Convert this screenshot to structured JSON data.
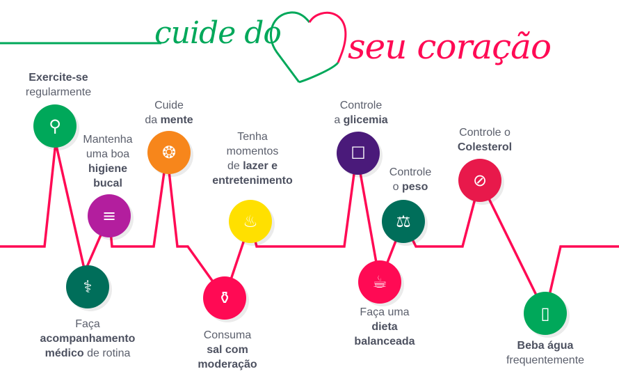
{
  "header": {
    "title_part1": "cuide do",
    "title_part2": "seu coração",
    "colors": {
      "green": "#00a85a",
      "pink": "#ff0a54",
      "line": "#ff0a54"
    }
  },
  "items": [
    {
      "id": "exercite",
      "icon": "tandem-bicycle-icon",
      "glyph": "⚲",
      "color": "#00a85a",
      "lines": [
        [
          {
            "t": "Exercite-se",
            "b": true
          }
        ],
        [
          {
            "t": "regularmente"
          }
        ]
      ]
    },
    {
      "id": "higiene",
      "icon": "toothbrush-icon",
      "glyph": "≡",
      "color": "#b31e9e",
      "lines": [
        [
          {
            "t": "Mantenha"
          }
        ],
        [
          {
            "t": "uma boa"
          }
        ],
        [
          {
            "t": "higiene",
            "b": true
          }
        ],
        [
          {
            "t": "bucal",
            "b": true
          }
        ]
      ]
    },
    {
      "id": "medico",
      "icon": "doctor-icon",
      "glyph": "⚕",
      "color": "#006e5a",
      "lines": [
        [
          {
            "t": "Faça"
          }
        ],
        [
          {
            "t": "acompanhamento",
            "b": true
          }
        ],
        [
          {
            "t": "médico",
            "b": true
          },
          {
            "t": " de rotina"
          }
        ]
      ]
    },
    {
      "id": "mente",
      "icon": "brain-icon",
      "glyph": "❂",
      "color": "#f7861b",
      "lines": [
        [
          {
            "t": "Cuide"
          }
        ],
        [
          {
            "t": "da "
          },
          {
            "t": "mente",
            "b": true
          }
        ]
      ]
    },
    {
      "id": "lazer",
      "icon": "hot-tub-icon",
      "glyph": "♨",
      "color": "#ffe000",
      "lines": [
        [
          {
            "t": "Tenha"
          }
        ],
        [
          {
            "t": "momentos"
          }
        ],
        [
          {
            "t": "de "
          },
          {
            "t": "lazer e",
            "b": true
          }
        ],
        [
          {
            "t": "entretenimento",
            "b": true
          }
        ]
      ]
    },
    {
      "id": "sal",
      "icon": "salt-shaker-icon",
      "glyph": "⚱",
      "color": "#ff0a54",
      "lines": [
        [
          {
            "t": "Consuma"
          }
        ],
        [
          {
            "t": "sal com",
            "b": true
          }
        ],
        [
          {
            "t": "moderação",
            "b": true
          }
        ]
      ]
    },
    {
      "id": "glicemia",
      "icon": "glucometer-icon",
      "glyph": "☐",
      "color": "#4a1a7a",
      "lines": [
        [
          {
            "t": "Controle"
          }
        ],
        [
          {
            "t": "a "
          },
          {
            "t": "glicemia",
            "b": true
          }
        ]
      ]
    },
    {
      "id": "peso",
      "icon": "scale-icon",
      "glyph": "⚖",
      "color": "#006e5a",
      "lines": [
        [
          {
            "t": "Controle"
          }
        ],
        [
          {
            "t": "o "
          },
          {
            "t": "peso",
            "b": true
          }
        ]
      ]
    },
    {
      "id": "dieta",
      "icon": "salad-bowl-icon",
      "glyph": "☕",
      "color": "#ff0a54",
      "lines": [
        [
          {
            "t": "Faça uma"
          }
        ],
        [
          {
            "t": "dieta",
            "b": true
          }
        ],
        [
          {
            "t": "balanceada",
            "b": true
          }
        ]
      ]
    },
    {
      "id": "colesterol",
      "icon": "no-burger-icon",
      "glyph": "⊘",
      "color": "#e8194b",
      "lines": [
        [
          {
            "t": "Controle o"
          }
        ],
        [
          {
            "t": "Colesterol",
            "b": true
          }
        ]
      ]
    },
    {
      "id": "agua",
      "icon": "water-glass-icon",
      "glyph": "▯",
      "color": "#00a85a",
      "lines": [
        [
          {
            "t": "Beba água",
            "b": true
          }
        ],
        [
          {
            "t": "frequentemente"
          }
        ]
      ]
    }
  ]
}
